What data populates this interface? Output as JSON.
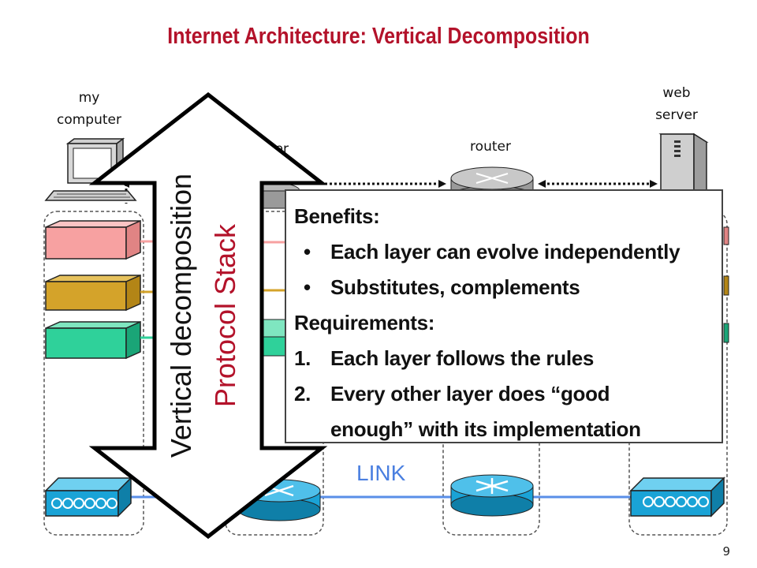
{
  "title": "Internet Architecture: Vertical Decomposition",
  "labels": {
    "my_computer_line1": "my",
    "my_computer_line2": "computer",
    "router_partial": "ter",
    "router": "router",
    "web_server_line1": "web",
    "web_server_line2": "server",
    "link": "LINK"
  },
  "arrow": {
    "line1": "Vertical decomposition",
    "line2": "Protocol Stack"
  },
  "benefits_box": {
    "benefits_heading": "Benefits:",
    "benefits": [
      "Each layer can evolve independently",
      "Substitutes, complements"
    ],
    "requirements_heading": "Requirements:",
    "requirements": [
      {
        "num": "1.",
        "text": "Each layer follows the rules"
      },
      {
        "num": "2.",
        "text": "Every other layer does “good",
        "cont": "enough” with its implementation"
      }
    ]
  },
  "colors": {
    "title": "#b3122a",
    "layer_top": "#f7a1a1",
    "layer_mid": "#d4a32a",
    "layer_low": "#2fd19a",
    "device_blue": "#1aa3d6",
    "link_line": "#5a8fe8"
  },
  "page_number": "9"
}
